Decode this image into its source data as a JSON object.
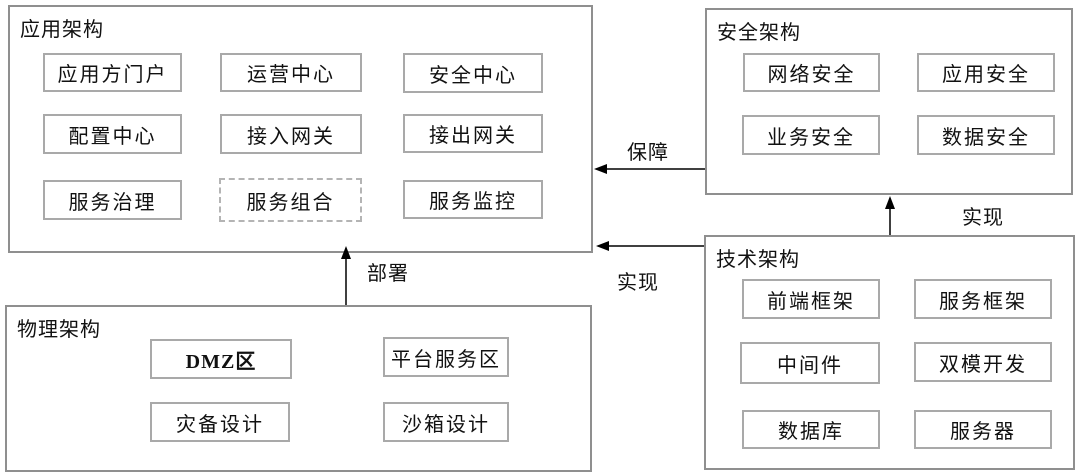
{
  "diagram": {
    "panels": [
      {
        "id": "application",
        "title": "应用架构",
        "items": [
          "应用方门户",
          "运营中心",
          "安全中心",
          "配置中心",
          "接入网关",
          "接出网关",
          "服务治理",
          "服务组合",
          "服务监控"
        ]
      },
      {
        "id": "security",
        "title": "安全架构",
        "items": [
          "网络安全",
          "应用安全",
          "业务安全",
          "数据安全"
        ]
      },
      {
        "id": "physical",
        "title": "物理架构",
        "items": [
          "DMZ区",
          "平台服务区",
          "灾备设计",
          "沙箱设计"
        ]
      },
      {
        "id": "technical",
        "title": "技术架构",
        "items": [
          "前端框架",
          "服务框架",
          "中间件",
          "双模开发",
          "数据库",
          "服务器"
        ]
      }
    ],
    "arrow_labels": {
      "guarantee": "保障",
      "implement_app": "实现",
      "implement_security": "实现",
      "deploy": "部署"
    },
    "colors": {
      "background": "#ffffff",
      "panel_border": "#8f8f8f",
      "node_border": "#a9a9a9",
      "dashed_node_border": "#b4b4b4",
      "text": "#111111",
      "arrow": "#000000"
    }
  }
}
